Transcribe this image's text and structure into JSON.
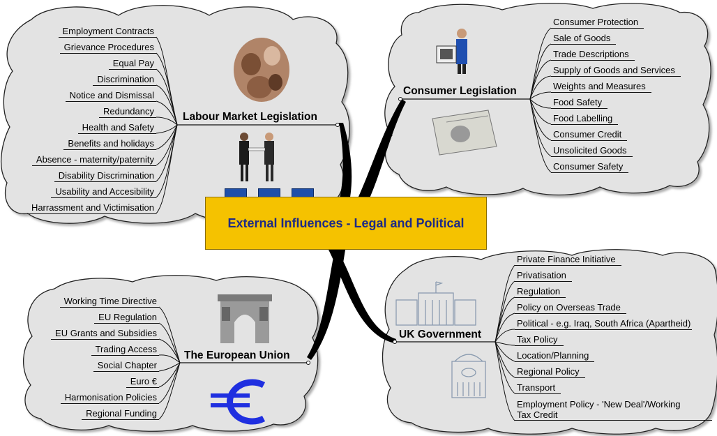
{
  "central": {
    "title": "External Influences - Legal and Political"
  },
  "branches": {
    "labour": {
      "title": "Labour Market Legislation",
      "items": [
        "Employment Contracts",
        "Grievance Procedures",
        "Equal Pay",
        "Discrimination",
        "Notice and Dismissal",
        "Redundancy",
        "Health and Safety",
        "Benefits and holidays",
        "Absence - maternity/paternity",
        "Disability Discrimination",
        "Usability and Accesibility",
        "Harrassment and Victimisation"
      ]
    },
    "consumer": {
      "title": "Consumer Legislation",
      "items": [
        "Consumer Protection",
        "Sale of Goods",
        "Trade Descriptions",
        "Supply of Goods and Services",
        "Weights and Measures",
        "Food Safety",
        "Food Labelling",
        "Consumer Credit",
        "Unsolicited Goods",
        "Consumer Safety"
      ]
    },
    "eu": {
      "title": "The European Union",
      "items": [
        "Working Time Directive",
        "EU Regulation",
        "EU Grants and Subsidies",
        "Trading Access",
        "Social Chapter",
        "Euro €",
        "Harmonisation Policies",
        "Regional Funding"
      ]
    },
    "uk": {
      "title": "UK Government",
      "items": [
        "Private Finance Initiative",
        "Privatisation",
        "Regulation",
        "Policy on Overseas Trade",
        "Political - e.g. Iraq, South Africa (Apartheid)",
        "Tax Policy",
        "Location/Planning",
        "Regional Policy",
        "Transport",
        "Employment Policy - 'New Deal'/Working",
        "Tax Credit"
      ]
    }
  },
  "icons": {
    "labour": [
      "crowd-collage-image",
      "handshake-icon"
    ],
    "consumer": [
      "presenter-icon",
      "banknote-icon"
    ],
    "eu": [
      "arch-icon",
      "euro-icon"
    ],
    "uk": [
      "parliament-icon",
      "building-icon"
    ]
  },
  "colors": {
    "center_fill": "#f5c200",
    "center_text": "#1d2a86",
    "cloud_fill": "#e2e2e2",
    "connector": "#000000",
    "tabs": "#1f4fa8"
  }
}
